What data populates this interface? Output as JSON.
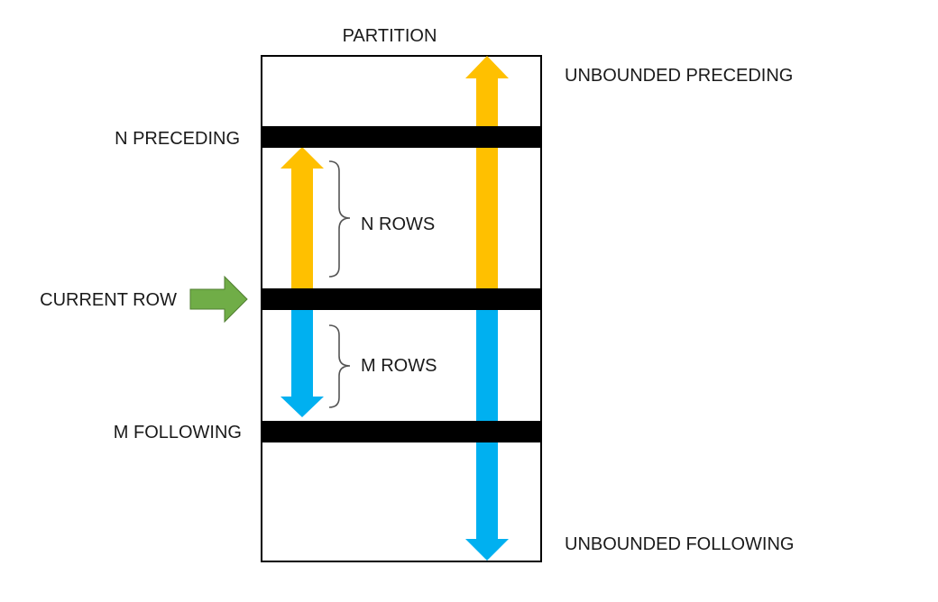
{
  "diagram": {
    "title": "PARTITION",
    "labels": {
      "unbounded_preceding": "UNBOUNDED PRECEDING",
      "unbounded_following": "UNBOUNDED FOLLOWING",
      "n_preceding": "N PRECEDING",
      "current_row": "CURRENT ROW",
      "m_following": "M FOLLOWING",
      "n_rows": "N ROWS",
      "m_rows": "M ROWS"
    },
    "colors": {
      "preceding_arrow": "#FFC000",
      "following_arrow": "#00B0F0",
      "current_row_arrow": "#70AD47",
      "row_bar": "#000000",
      "partition_border": "#000000"
    }
  }
}
